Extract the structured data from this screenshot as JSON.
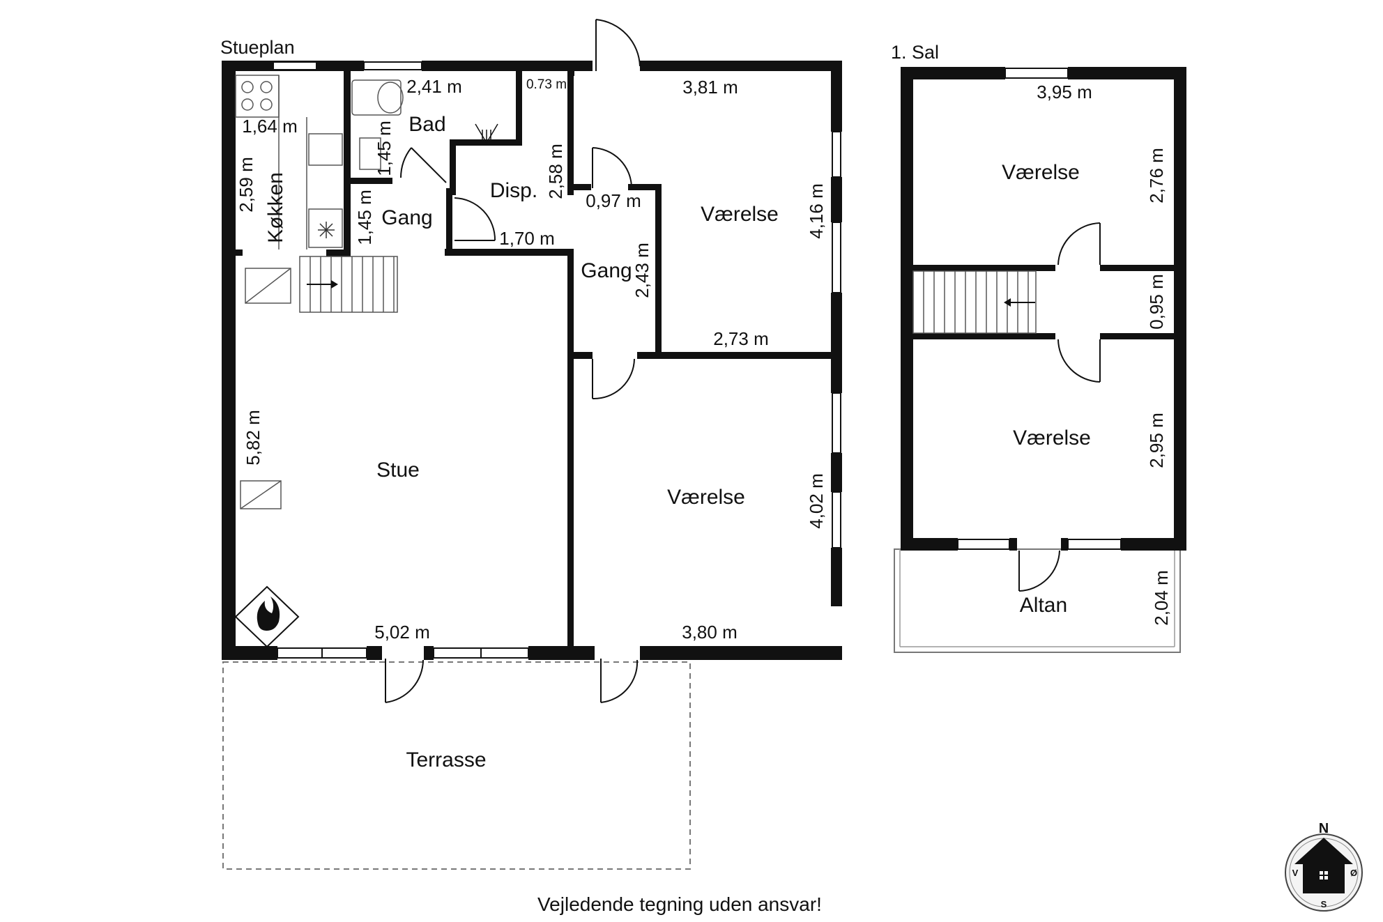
{
  "floors": {
    "ground": "Stueplan",
    "upper": "1. Sal"
  },
  "rooms": {
    "kitchen": "Køkken",
    "bath": "Bad",
    "hall_1": "Gang",
    "pantry": "Disp.",
    "hall_2": "Gang",
    "bedroom_1": "Værelse",
    "living": "Stue",
    "bedroom_2": "Værelse",
    "terrace": "Terrasse",
    "upper_bedroom_1": "Værelse",
    "upper_bedroom_2": "Værelse",
    "balcony": "Altan"
  },
  "dimensions": {
    "bath_width": "2,41 m",
    "small_width": "0.73 m",
    "bedroom1_top": "3,81 m",
    "kitchen_width": "1,64 m",
    "kitchen_length": "2,59 m",
    "bath_height": "1,45 m",
    "hall_height": "1,45 m",
    "pantry_height": "2,58 m",
    "hall2_width": "0,97 m",
    "bedroom1_height": "4,16 m",
    "hall_width": "1,70 m",
    "hall2_height": "2,43 m",
    "bedroom1_bottom": "2,73 m",
    "living_height": "5,82 m",
    "bedroom2_height": "4,02 m",
    "living_width": "5,02 m",
    "bedroom2_width": "3,80 m",
    "upper_top_width": "3,95 m",
    "upper_bed1_height": "2,76 m",
    "upper_hall_height": "0,95 m",
    "upper_bed2_height": "2,95 m",
    "balcony_height": "2,04 m"
  },
  "compass": {
    "n": "N",
    "s": "S",
    "w": "V",
    "e": "Ø"
  },
  "disclaimer": "Vejledende tegning uden ansvar!"
}
